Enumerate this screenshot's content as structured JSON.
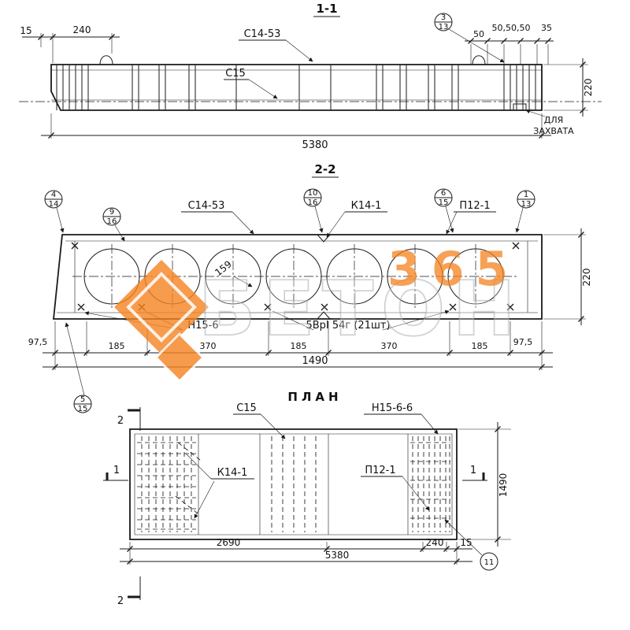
{
  "s1": {
    "title": "1-1",
    "c14": "С14-53",
    "c15": "С15",
    "co3_top": "3",
    "co3_bot": "13",
    "dim15": "15",
    "dim240": "240",
    "dim50": "50",
    "dim50x3": "50,50,50",
    "dim35": "35",
    "dim220": "220",
    "dim5380": "5380",
    "grip1": "ДЛЯ",
    "grip2": "ЗАХВАТА"
  },
  "s2": {
    "title": "2-2",
    "c14": "С14-53",
    "k14": "К14-1",
    "p12": "П12-1",
    "dia": "159",
    "n15": "Н15-6",
    "bars": "5ВрI 54г (21шт)",
    "co4_top": "4",
    "co4_bot": "14",
    "co9_top": "9",
    "co9_bot": "16",
    "co10_top": "10",
    "co10_bot": "16",
    "co6_top": "6",
    "co6_bot": "15",
    "co1_top": "1",
    "co1_bot": "13",
    "co5_top": "5",
    "co5_bot": "15",
    "dims": [
      "97,5",
      "185",
      "370",
      "185",
      "370",
      "185",
      "97,5"
    ],
    "dimTotal": "1490",
    "dim220": "220"
  },
  "plan": {
    "title": "ПЛАН",
    "c15": "С15",
    "n15": "Н15-6-6",
    "k14": "К14-1",
    "p12": "П12-1",
    "m1": "1",
    "m2": "2",
    "dim2690": "2690",
    "dim5380": "5380",
    "dim240": "240",
    "dim15": "15",
    "dim1490": "1490",
    "co11": "11"
  },
  "watermark": {
    "brand": "БЕТОН",
    "number": "365"
  }
}
